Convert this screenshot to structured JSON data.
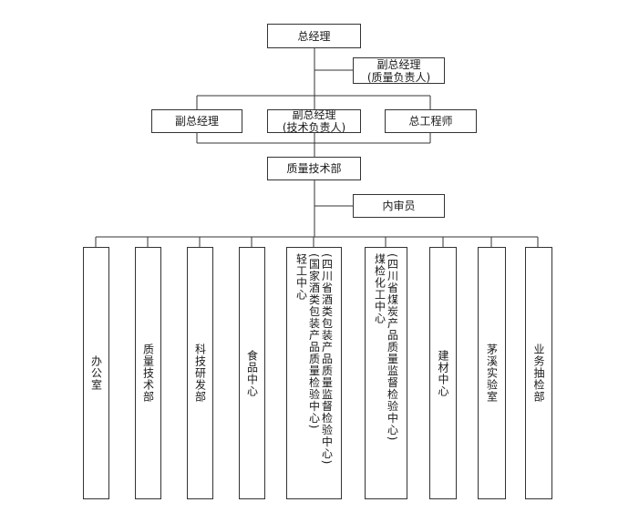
{
  "chart_data": {
    "type": "org-chart",
    "top": {
      "label": "总经理"
    },
    "side_top": {
      "line1": "副总经理",
      "line2": "(质量负责人)"
    },
    "row2": [
      {
        "line1": "副总经理",
        "line2": ""
      },
      {
        "line1": "副总经理",
        "line2": "(技术负责人)"
      },
      {
        "line1": "总工程师",
        "line2": ""
      }
    ],
    "mid": {
      "label": "质量技术部"
    },
    "side_mid": {
      "label": "内审员"
    },
    "departments": [
      {
        "columns": [
          "办公室"
        ]
      },
      {
        "columns": [
          "质量技术部"
        ]
      },
      {
        "columns": [
          "科技研发部"
        ]
      },
      {
        "columns": [
          "食品中心"
        ]
      },
      {
        "columns": [
          "(四川省酒类包装产品质量监督检验中心)",
          "(国家酒类包装产品质量检验中心)",
          "轻工中心"
        ]
      },
      {
        "columns": [
          "(四川省煤炭产品质量监督检验中心)",
          "煤检化工中心"
        ]
      },
      {
        "columns": [
          "建材中心"
        ]
      },
      {
        "columns": [
          "茅溪实验室"
        ]
      },
      {
        "columns": [
          "业务抽检部"
        ]
      }
    ]
  }
}
